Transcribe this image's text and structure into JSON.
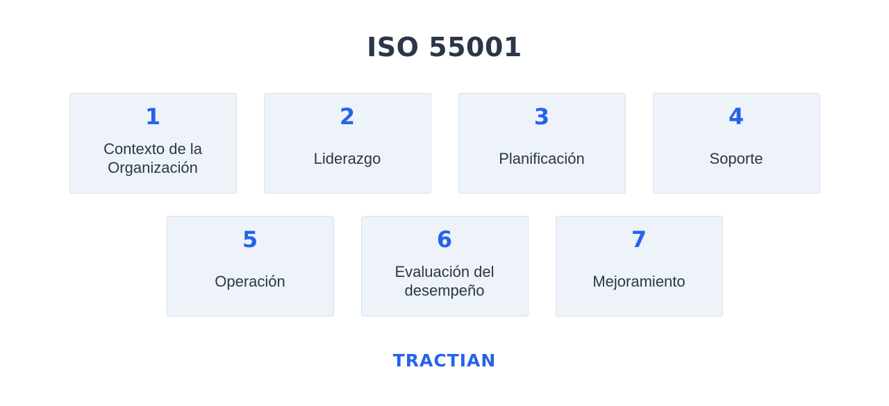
{
  "title": "ISO 55001",
  "cards": [
    {
      "number": "1",
      "label": "Contexto de la\nOrganización"
    },
    {
      "number": "2",
      "label": "Liderazgo"
    },
    {
      "number": "3",
      "label": "Planificación"
    },
    {
      "number": "4",
      "label": "Soporte"
    },
    {
      "number": "5",
      "label": "Operación"
    },
    {
      "number": "6",
      "label": "Evaluación del\ndesempeño"
    },
    {
      "number": "7",
      "label": "Mejoramiento"
    }
  ],
  "logo": "TRACTIAN",
  "colors": {
    "accent": "#2563eb",
    "text": "#2b3648",
    "card_background": "#eef3f9",
    "card_border": "#d6e1ee"
  }
}
